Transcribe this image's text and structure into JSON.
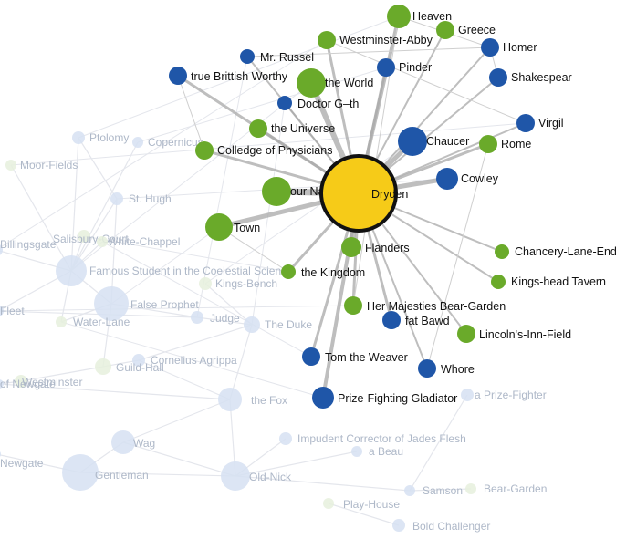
{
  "colors": {
    "center": "#f6cb18",
    "center_stroke": "#111111",
    "green": "#6aaa2a",
    "blue": "#1f56a8",
    "edge": "#a8a8a8",
    "faded_node": "#d6e0f2",
    "faded_green": "#e6f0dd",
    "faded_edge": "#e4e6ec"
  },
  "center": {
    "label": "Dryden",
    "group": "center"
  },
  "nodes": [
    {
      "label": "Heaven",
      "group": "green"
    },
    {
      "label": "Greece",
      "group": "green"
    },
    {
      "label": "Westminster-Abby",
      "group": "green"
    },
    {
      "label": "Homer",
      "group": "blue"
    },
    {
      "label": "Mr. Russel",
      "group": "blue"
    },
    {
      "label": "Pinder",
      "group": "blue"
    },
    {
      "label": "true Brittish Worthy",
      "group": "blue"
    },
    {
      "label": "the World",
      "group": "green"
    },
    {
      "label": "Shakespear",
      "group": "blue"
    },
    {
      "label": "Doctor G–th",
      "group": "blue"
    },
    {
      "label": "Virgil",
      "group": "blue"
    },
    {
      "label": "the Universe",
      "group": "green"
    },
    {
      "label": "Chaucer",
      "group": "blue"
    },
    {
      "label": "Rome",
      "group": "green"
    },
    {
      "label": "Colledge of Physicians",
      "group": "green"
    },
    {
      "label": "Cowley",
      "group": "blue"
    },
    {
      "label": "our Nation",
      "group": "green"
    },
    {
      "label": "Town",
      "group": "green"
    },
    {
      "label": "Flanders",
      "group": "green"
    },
    {
      "label": "Chancery-Lane-End",
      "group": "green"
    },
    {
      "label": "the Kingdom",
      "group": "green"
    },
    {
      "label": "Kings-head Tavern",
      "group": "green"
    },
    {
      "label": "Her Majesties Bear-Garden",
      "group": "green"
    },
    {
      "label": "fat Bawd",
      "group": "blue"
    },
    {
      "label": "Lincoln's-Inn-Field",
      "group": "green"
    },
    {
      "label": "Tom the Weaver",
      "group": "blue"
    },
    {
      "label": "Whore",
      "group": "blue"
    },
    {
      "label": "Prize-Fighting Gladiator",
      "group": "blue"
    }
  ],
  "faded_nodes": [
    {
      "label": "Ptolomy"
    },
    {
      "label": "Copernicus"
    },
    {
      "label": "Moor-Fields"
    },
    {
      "label": "St. Hugh"
    },
    {
      "label": "Salisbury-Court"
    },
    {
      "label": "White-Chappel"
    },
    {
      "label": "Billingsgate"
    },
    {
      "label": "Famous Student in the Coelestial Science"
    },
    {
      "label": "Kings-Bench"
    },
    {
      "label": "False Prophet"
    },
    {
      "label": "Fleet"
    },
    {
      "label": "Water-Lane"
    },
    {
      "label": "Judge"
    },
    {
      "label": "The Duke"
    },
    {
      "label": "Cornelius Agrippa"
    },
    {
      "label": "Guild-Hall"
    },
    {
      "label": "Westminster"
    },
    {
      "label": "of Newgate"
    },
    {
      "label": "the Fox"
    },
    {
      "label": "a Prize-Fighter"
    },
    {
      "label": "Wag"
    },
    {
      "label": "Impudent Corrector of Jades Flesh"
    },
    {
      "label": "a Beau"
    },
    {
      "label": "Newgate"
    },
    {
      "label": "Gentleman"
    },
    {
      "label": "Old-Nick"
    },
    {
      "label": "Samson"
    },
    {
      "label": "Bear-Garden"
    },
    {
      "label": "Play-House"
    },
    {
      "label": "Bold Challenger"
    }
  ]
}
